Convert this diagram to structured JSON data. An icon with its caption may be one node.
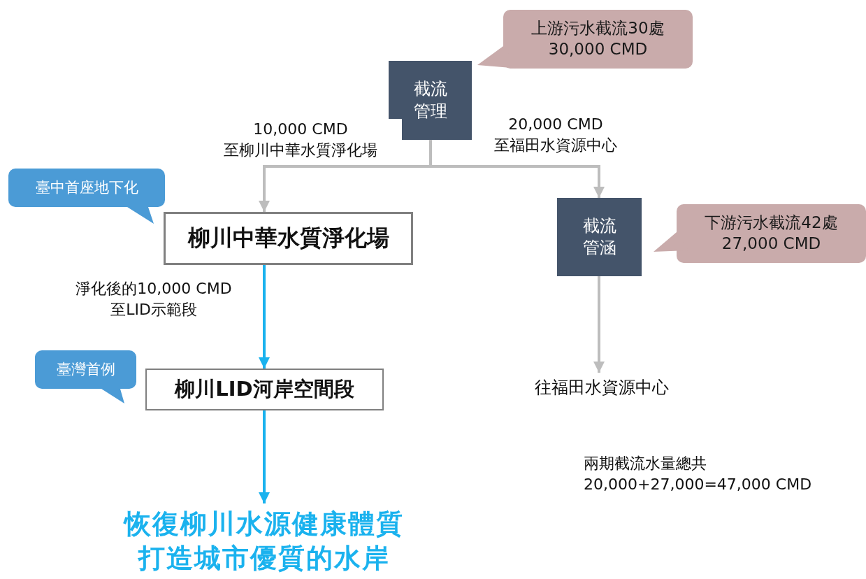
{
  "diagram": {
    "nodes": [
      {
        "text": [
          "上游污水截流30處 30,000 CMD"
        ]
      },
      {
        "text": [
          "截流管理"
        ]
      },
      {
        "text": [
          "臺中首座地下化"
        ]
      },
      {
        "text": [
          "柳川中華水質淨化場"
        ]
      },
      {
        "text": [
          "截流管涵"
        ]
      },
      {
        "text": [
          "下游污水截流42處 27,000 CMD"
        ]
      },
      {
        "text": [
          "臺灣首例"
        ]
      },
      {
        "text": [
          "柳川LID河岸空間段"
        ]
      },
      {
        "text": [
          "往福田水資源中心"
        ]
      },
      {
        "text": [
          "恢復柳川水源健康體質打造城市優質的水岸"
        ]
      }
    ],
    "edges": [
      {
        "from": 1,
        "to": 3,
        "arrow": "to",
        "label": "10,000 CMD 至柳川中華水質淨化場"
      },
      {
        "from": 1,
        "to": 4,
        "arrow": "to",
        "label": "20,000 CMD 至福田水資源中心"
      },
      {
        "from": 3,
        "to": 7,
        "arrow": "to",
        "label": "淨化後的10,000 CMD 至LID示範段",
        "color": "#1ab2ee"
      },
      {
        "from": 7,
        "to": 9,
        "arrow": "to",
        "color": "#1ab2ee"
      },
      {
        "from": 4,
        "to": 8,
        "arrow": "to"
      }
    ],
    "labels": [
      "兩期截流水量總共 20,000+27,000=47,000 CMD"
    ]
  }
}
